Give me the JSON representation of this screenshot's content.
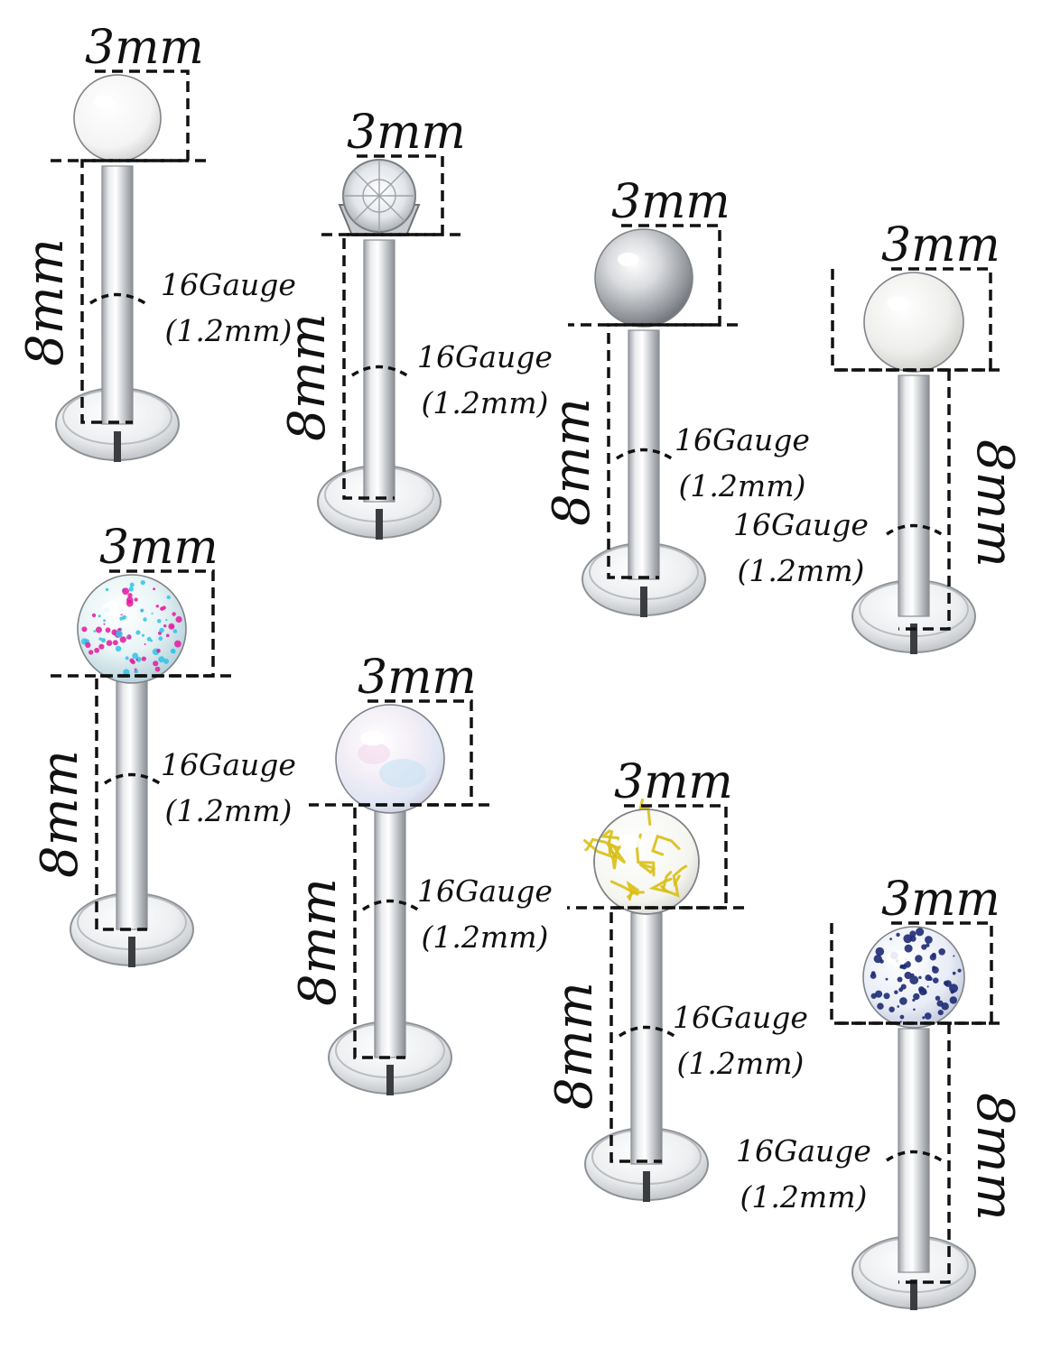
{
  "labels": {
    "ball_size": "3mm",
    "bar_length": "8mm",
    "gauge": "16Gauge",
    "gauge_mm": "(1.2mm)"
  },
  "studs": [
    {
      "name": "white-ball-stud",
      "ball": "white"
    },
    {
      "name": "clear-gem-stud",
      "ball": "gem"
    },
    {
      "name": "silver-ball-stud",
      "ball": "silver"
    },
    {
      "name": "pearl-ball-stud",
      "ball": "pearl"
    },
    {
      "name": "opal-speckle-stud",
      "ball": "opal"
    },
    {
      "name": "aurora-pearl-stud",
      "ball": "aurora"
    },
    {
      "name": "gold-crackle-stud",
      "ball": "crackle"
    },
    {
      "name": "navy-speckle-stud",
      "ball": "navy"
    }
  ],
  "colors": {
    "metal_light": "#fbfbfb",
    "metal_mid": "#cfd2d5",
    "metal_dark": "#8a8e93",
    "dash": "#111111",
    "opal_pink": "#e4179d",
    "opal_cyan": "#2fc3e6",
    "crackle_gold": "#d9bf15",
    "speckle_navy": "#1d2a73"
  }
}
